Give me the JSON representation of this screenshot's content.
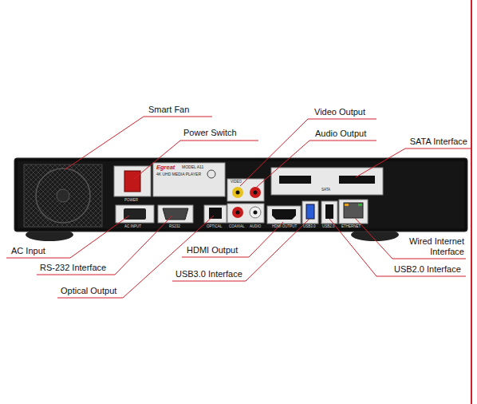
{
  "diagram": {
    "labels": [
      "Smart Fan",
      "Power Switch",
      "Video Output",
      "Audio Output",
      "SATA Interface",
      "AC Input",
      "RS-232 Interface",
      "Optical Output",
      "HDMI Output",
      "USB3.0 Interface",
      "Wired Internet Interface",
      "USB2.0 Interface",
      "Egreat",
      "MODEL A11",
      "4K UHD MEDIA PLAYER",
      "POWER",
      "AC INPUT",
      "RS232",
      "OPTICAL",
      "COAXIAL",
      "VIDEO",
      "AUDIO",
      "HDMI OUTPUT",
      "USB3.0",
      "USB2.0",
      "ETHERNET",
      "SATA"
    ]
  }
}
